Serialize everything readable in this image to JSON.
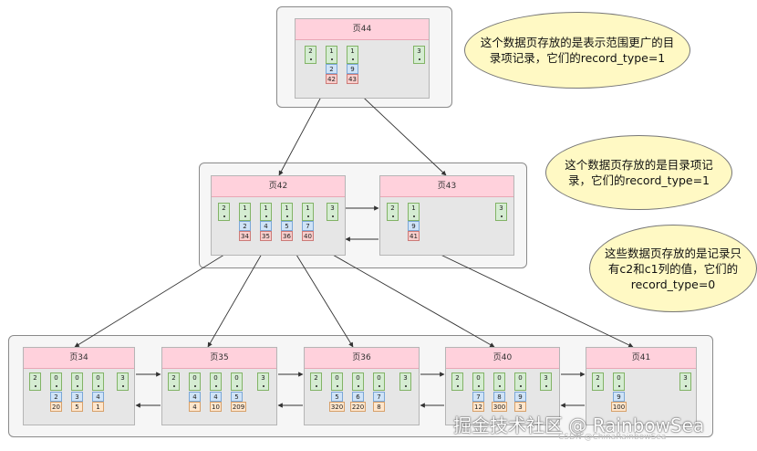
{
  "pages": {
    "p44": {
      "title": "页44",
      "recs": [
        "2",
        "1",
        "1",
        "3"
      ],
      "keys": [
        "2",
        "9"
      ],
      "ptrs": [
        "42",
        "43"
      ]
    },
    "p42": {
      "title": "页42",
      "recs": [
        "2",
        "1",
        "1",
        "1",
        "1",
        "3"
      ],
      "keys": [
        "2",
        "4",
        "5",
        "7"
      ],
      "ptrs": [
        "34",
        "35",
        "36",
        "40"
      ]
    },
    "p43": {
      "title": "页43",
      "recs": [
        "2",
        "1",
        "3"
      ],
      "keys": [
        "9"
      ],
      "ptrs": [
        "41"
      ]
    },
    "p34": {
      "title": "页34",
      "recs": [
        "2",
        "0",
        "0",
        "0",
        "3"
      ],
      "keys": [
        "2",
        "3",
        "4"
      ],
      "vals": [
        "20",
        "5",
        "1"
      ]
    },
    "p35": {
      "title": "页35",
      "recs": [
        "2",
        "0",
        "0",
        "0",
        "3"
      ],
      "keys": [
        "4",
        "4",
        "5"
      ],
      "vals": [
        "4",
        "10",
        "209"
      ]
    },
    "p36": {
      "title": "页36",
      "recs": [
        "2",
        "0",
        "0",
        "0",
        "3"
      ],
      "keys": [
        "5",
        "6",
        "7"
      ],
      "vals": [
        "320",
        "220",
        "8"
      ]
    },
    "p40": {
      "title": "页40",
      "recs": [
        "2",
        "0",
        "0",
        "0",
        "3"
      ],
      "keys": [
        "7",
        "8",
        "9"
      ],
      "vals": [
        "12",
        "300",
        "3"
      ]
    },
    "p41": {
      "title": "页41",
      "recs": [
        "2",
        "0",
        "3"
      ],
      "keys": [
        "9"
      ],
      "vals": [
        "100"
      ]
    }
  },
  "notes": {
    "top": "这个数据页存放的是表示范围更广的目录项记录，它们的record_type=1",
    "mid": "这个数据页存放的是目录项记录，它们的record_type=1",
    "bottom": "这些数据页存放的是记录只有c2和c1列的值，它们的record_type=0"
  },
  "watermark": "掘金技术社区 @ RainbowSea",
  "watermark_sub": "CSDN @ChinaRainbowSea"
}
